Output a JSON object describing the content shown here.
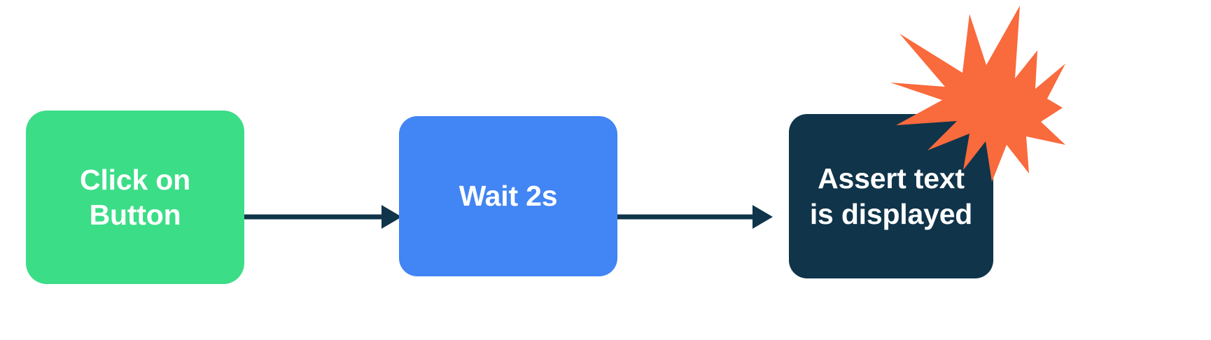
{
  "diagram": {
    "title": "test-step-flow",
    "background_color": "#ffffff",
    "nodes": [
      {
        "id": "click-on-button",
        "label": "Click on\nButton",
        "color": "#3bdd87",
        "text_color": "#ffffff",
        "shape": "rounded-rectangle",
        "order": 1
      },
      {
        "id": "wait-2s",
        "label": "Wait 2s",
        "color": "#4285f4",
        "text_color": "#ffffff",
        "shape": "rounded-rectangle",
        "order": 2
      },
      {
        "id": "assert-text-is-displayed",
        "label": "Assert text\nis displayed",
        "color": "#10344a",
        "text_color": "#ffffff",
        "shape": "rounded-rectangle",
        "order": 3
      }
    ],
    "connectors": [
      {
        "id": "connector-1",
        "from": "click-on-button",
        "to": "wait-2s",
        "style": "solid-arrow",
        "color": "#10344a"
      },
      {
        "id": "connector-2",
        "from": "wait-2s",
        "to": "assert-text-is-displayed",
        "style": "solid-arrow",
        "color": "#10344a"
      }
    ],
    "decorations": [
      {
        "id": "burst",
        "shape": "starburst",
        "color": "#f96a3c",
        "anchored_to": "assert-text-is-displayed"
      }
    ]
  }
}
